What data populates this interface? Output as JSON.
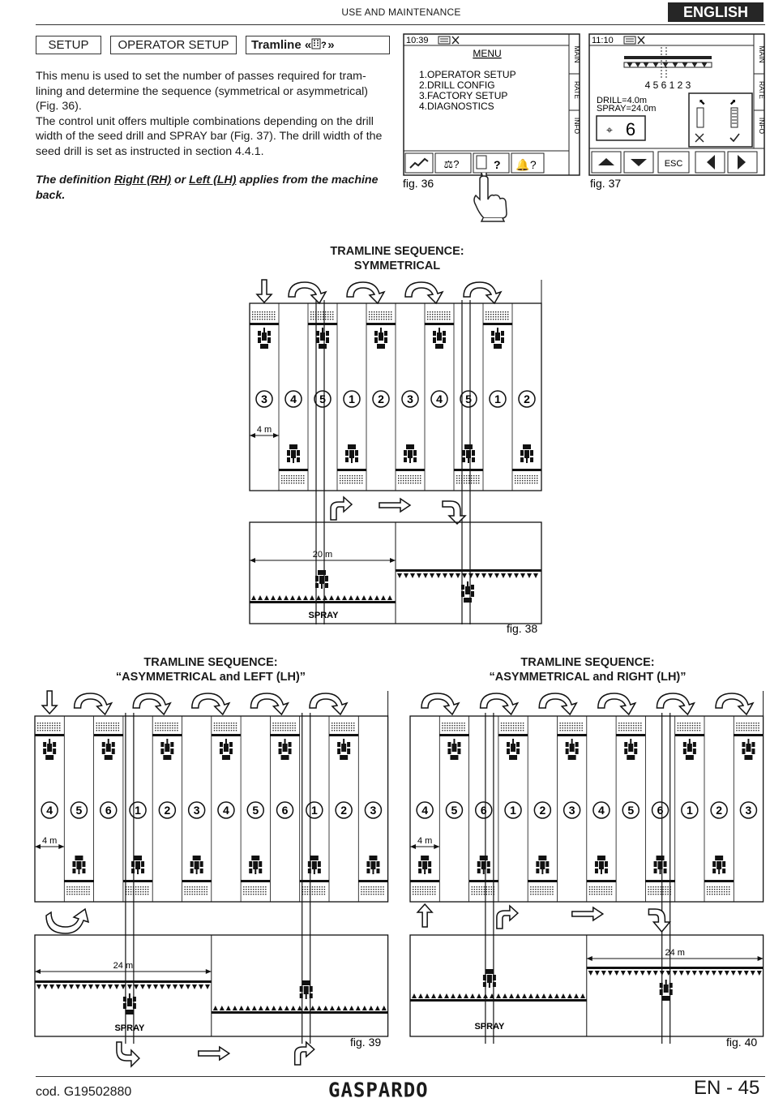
{
  "header": {
    "section": "USE AND MAINTENANCE",
    "language": "ENGLISH"
  },
  "breadcrumb": {
    "item1": "SETUP",
    "item2": "OPERATOR SETUP",
    "item3_prefix": "Tramline «",
    "item3_suffix": "»"
  },
  "body": {
    "p1": "This menu is used to set the number of passes required for tram- lining and determine the sequence (symmetrical or asymmetrical) (Fig. 36).",
    "p2": "The control unit offers multiple combinations depending on the drill width of the seed drill and SPRAY bar (Fig. 37). The drill width of the seed drill is set as instructed in section 4.4.1.",
    "note_pre": "The definition ",
    "note_rh": "Right (RH)",
    "note_mid": " or ",
    "note_lh": "Left (LH)",
    "note_post": " applies from the machine back."
  },
  "fig36": {
    "caption": "fig. 36",
    "time": "10:39",
    "title": "MENU",
    "items": [
      "1.OPERATOR SETUP",
      "2.DRILL CONFIG",
      "3.FACTORY SETUP",
      "4.DIAGNOSTICS"
    ],
    "side_tabs": [
      "MAIN",
      "RATE",
      "INFO"
    ]
  },
  "fig37": {
    "caption": "fig. 37",
    "time": "11:10",
    "sequence": "4 5 6 1 2 3",
    "drill": "DRILL=4.0m",
    "spray": "SPRAY=24.0m",
    "value": "6",
    "esc": "ESC",
    "side_tabs": [
      "MAIN",
      "RATE",
      "INFO"
    ]
  },
  "fig38": {
    "title_line1": "TRAMLINE SEQUENCE:",
    "title_line2": "SYMMETRICAL",
    "passes": [
      "3",
      "4",
      "5",
      "1",
      "2",
      "3",
      "4",
      "5",
      "1",
      "2"
    ],
    "width_label": "4 m",
    "spray_width": "20 m",
    "spray_label": "SPRAY",
    "caption": "fig. 38"
  },
  "fig39": {
    "title_line1": "TRAMLINE SEQUENCE:",
    "title_line2": "“ASYMMETRICAL and LEFT (LH)”",
    "passes": [
      "4",
      "5",
      "6",
      "1",
      "2",
      "3",
      "4",
      "5",
      "6",
      "1",
      "2",
      "3"
    ],
    "width_label": "4 m",
    "spray_width": "24 m",
    "spray_label": "SPRAY",
    "caption": "fig. 39"
  },
  "fig40": {
    "title_line1": "TRAMLINE SEQUENCE:",
    "title_line2": "“ASYMMETRICAL and RIGHT (LH)”",
    "passes": [
      "4",
      "5",
      "6",
      "1",
      "2",
      "3",
      "4",
      "5",
      "6",
      "1",
      "2",
      "3"
    ],
    "width_label": "4 m",
    "spray_width": "24 m",
    "spray_label": "SPRAY",
    "caption": "fig. 40"
  },
  "footer": {
    "code": "cod.  G19502880",
    "brand": "GASPARDO",
    "page": "EN - 45"
  }
}
